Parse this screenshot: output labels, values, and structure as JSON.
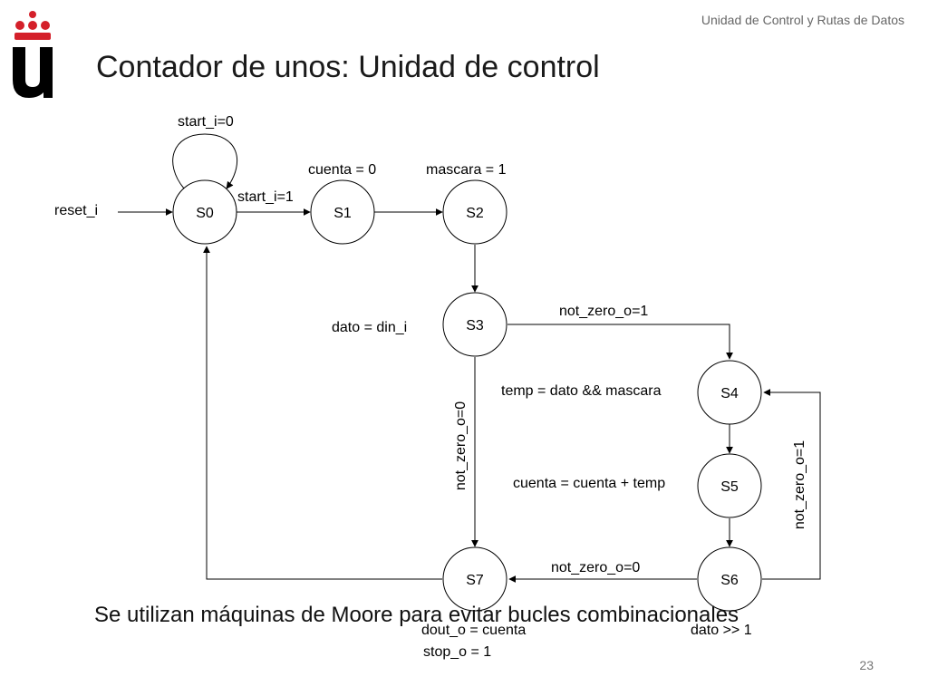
{
  "header": {
    "section": "Unidad de Control y Rutas de Datos"
  },
  "title": "Contador de unos: Unidad de control",
  "diagram": {
    "states": [
      "S0",
      "S1",
      "S2",
      "S3",
      "S4",
      "S5",
      "S6",
      "S7"
    ],
    "outputs": {
      "s1": "cuenta = 0",
      "s2": "mascara = 1",
      "s3": "dato = din_i",
      "s4": "temp = dato && mascara",
      "s5": "cuenta = cuenta + temp",
      "s6": "dato >> 1",
      "s7_line1": "dout_o = cuenta",
      "s7_line2": "stop_o = 1"
    },
    "transitions": {
      "reset": "reset_i",
      "s0_self": "start_i=0",
      "s0_s1": "start_i=1",
      "s3_s4": "not_zero_o=1",
      "s3_s7": "not_zero_o=0",
      "s6_s4": "not_zero_o=1",
      "s6_s7": "not_zero_o=0"
    }
  },
  "caption": "Se utilizan máquinas de Moore para evitar bucles combinacionales",
  "page_number": "23",
  "colors": {
    "logo_red": "#d4202a",
    "logo_black": "#000000"
  }
}
